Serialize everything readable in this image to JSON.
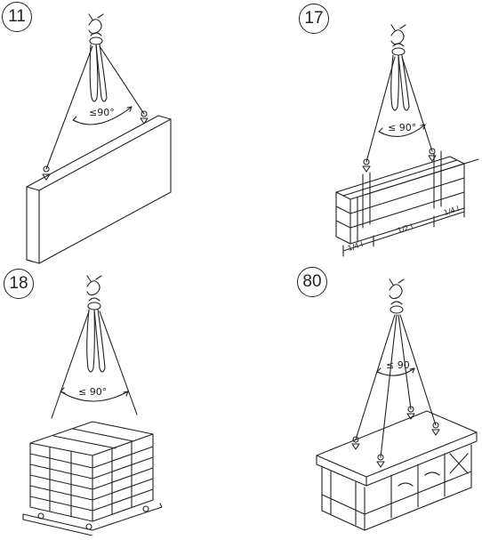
{
  "panels": [
    {
      "number": "11",
      "angle_label": "≤90°"
    },
    {
      "number": "17",
      "angle_label": "≤ 90°",
      "dims": [
        "1/4 l",
        "1/2 l",
        "1/4 l"
      ]
    },
    {
      "number": "18",
      "angle_label": "≤ 90°"
    },
    {
      "number": "80",
      "angle_label": "≤ 90"
    }
  ]
}
